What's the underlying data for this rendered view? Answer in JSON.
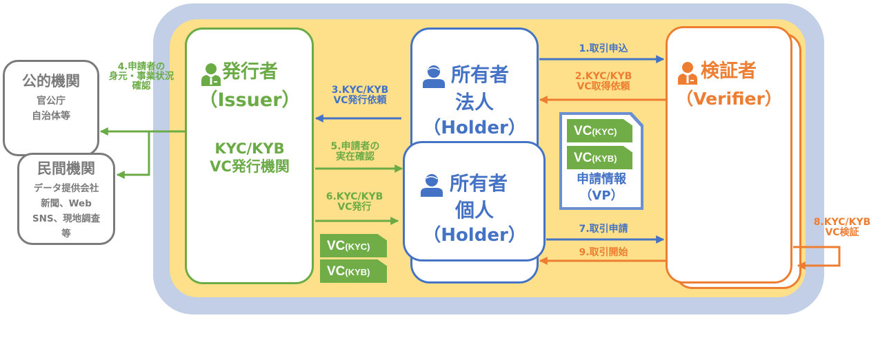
{
  "title": "KYC/KYB VC flow diagram",
  "colors": {
    "issuer": "#6aab46",
    "holder": "#4472c4",
    "verifier": "#ed7d31",
    "external": "#7a7a7a",
    "frame_outer": "#c3cfe7",
    "frame_inner": "#fde089"
  },
  "external": {
    "public": {
      "title": "公的機関",
      "lines": [
        "官公庁",
        "自治体等"
      ]
    },
    "private": {
      "title": "民間機関",
      "lines": [
        "データ提供会社",
        "新聞、Web",
        "SNS、現地調査",
        "等"
      ]
    }
  },
  "issuer": {
    "icon": "businessperson-icon",
    "title": "発行者",
    "subtitle": "（Issuer）",
    "description": [
      "KYC/KYB",
      "VC発行機関"
    ]
  },
  "holder_corporate": {
    "icon": "person-icon",
    "title": "所有者",
    "kind": "法人",
    "subtitle": "（Holder）"
  },
  "holder_individual": {
    "icon": "person-icon",
    "title": "所有者",
    "kind": "個人",
    "subtitle": "（Holder）"
  },
  "verifier": {
    "icon": "businessperson-icon",
    "title": "検証者",
    "subtitle": "（Verifier）"
  },
  "steps": [
    {
      "id": 1,
      "lines": [
        "1.取引申込"
      ],
      "from": "holder",
      "to": "verifier"
    },
    {
      "id": 2,
      "lines": [
        "2.KYC/KYB",
        "VC取得依頼"
      ],
      "from": "verifier",
      "to": "holder"
    },
    {
      "id": 3,
      "lines": [
        "3.KYC/KYB",
        "VC発行依頼"
      ],
      "from": "holder",
      "to": "issuer"
    },
    {
      "id": 4,
      "lines": [
        "4.申請者の",
        "身元・事業状況",
        "確認"
      ],
      "from": "issuer",
      "to": "external"
    },
    {
      "id": 5,
      "lines": [
        "5.申請者の",
        "実在確認"
      ],
      "from": "issuer",
      "to": "holder"
    },
    {
      "id": 6,
      "lines": [
        "6.KYC/KYB",
        "VC発行"
      ],
      "from": "issuer",
      "to": "holder"
    },
    {
      "id": 7,
      "lines": [
        "7.取引申請"
      ],
      "from": "holder",
      "to": "verifier"
    },
    {
      "id": 8,
      "lines": [
        "8.KYC/KYB",
        "VC検証"
      ],
      "from": "verifier",
      "to": "verifier"
    },
    {
      "id": 9,
      "lines": [
        "9.取引開始"
      ],
      "from": "verifier",
      "to": "holder"
    }
  ],
  "issued_vcs": [
    {
      "main": "VC",
      "sub": "(KYC)"
    },
    {
      "main": "VC",
      "sub": "(KYB)"
    }
  ],
  "presentation": {
    "vcs": [
      {
        "main": "VC",
        "sub": "(KYC)"
      },
      {
        "main": "VC",
        "sub": "(KYB)"
      }
    ],
    "label": "申請情報",
    "sublabel": "（VP）"
  }
}
